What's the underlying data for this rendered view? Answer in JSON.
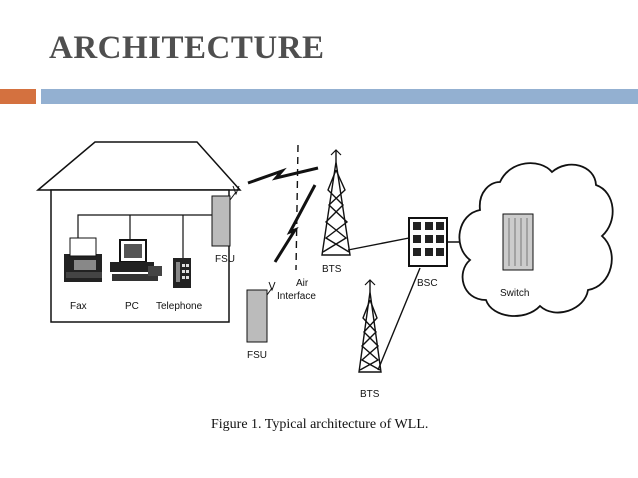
{
  "slide": {
    "title": "ARCHITECTURE"
  },
  "figure": {
    "labels": {
      "fax": "Fax",
      "pc": "PC",
      "telephone": "Telephone",
      "fsu_house": "FSU",
      "fsu_standalone": "FSU",
      "air": "Air",
      "interface": "Interface",
      "bts_top": "BTS",
      "bts_bottom": "BTS",
      "bsc": "BSC",
      "switch": "Switch"
    },
    "caption": "Figure 1. Typical architecture of WLL."
  }
}
